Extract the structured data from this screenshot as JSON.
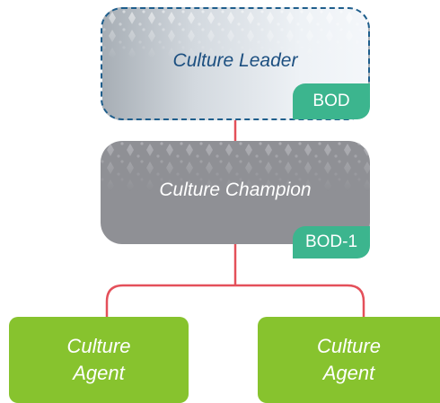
{
  "colors": {
    "connector": "#e4505a",
    "leader_border": "#1f5e8c",
    "leader_text": "#1c4f80",
    "champion_fill": "#8f9095",
    "badge_fill": "#3cb58e",
    "agent_fill": "#87c32e"
  },
  "nodes": {
    "leader": {
      "label": "Culture Leader",
      "badge": "BOD"
    },
    "champion": {
      "label": "Culture Champion",
      "badge": "BOD-1"
    },
    "agents": [
      {
        "line1": "Culture",
        "line2": "Agent"
      },
      {
        "line1": "Culture",
        "line2": "Agent"
      }
    ]
  }
}
